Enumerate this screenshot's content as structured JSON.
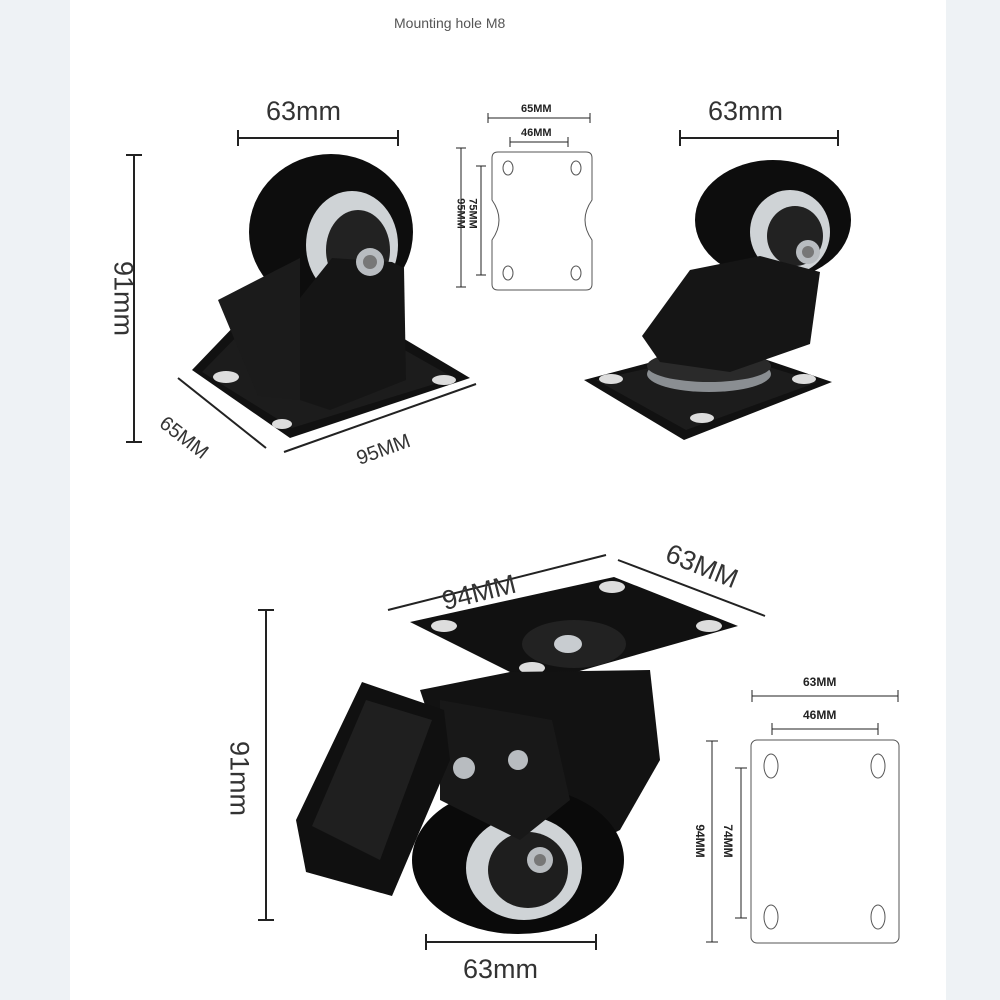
{
  "caption": "Mounting hole M8",
  "fixed_caster": {
    "wheel_width": "63mm",
    "height": "91mm",
    "base_depth": "65MM",
    "base_length": "95MM"
  },
  "top_plate_small": {
    "outer_width": "65MM",
    "hole_spacing_width": "46MM",
    "outer_length": "95MM",
    "hole_spacing_length": "75MM"
  },
  "swivel_caster": {
    "wheel_width": "63mm"
  },
  "brake_caster": {
    "plate_length": "94MM",
    "plate_width": "63MM",
    "height": "91mm",
    "wheel_width": "63mm"
  },
  "top_plate_large": {
    "outer_width": "63MM",
    "hole_spacing_width": "46MM",
    "outer_length": "94MM",
    "hole_spacing_length": "74MM"
  }
}
